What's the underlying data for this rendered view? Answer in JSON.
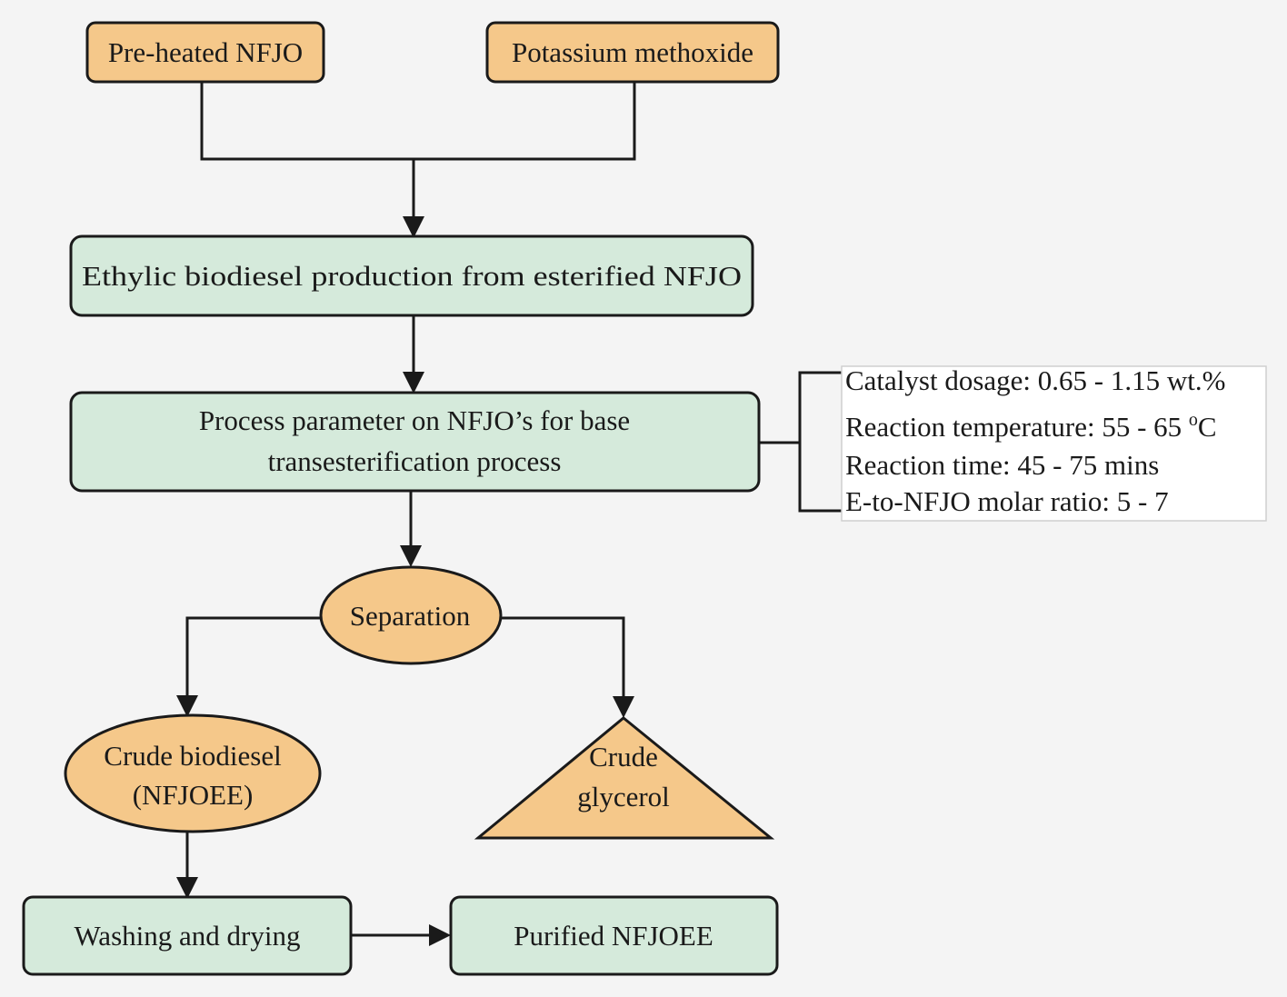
{
  "colors": {
    "background": "#f4f4f4",
    "orange_fill": "#f5c88a",
    "green_fill": "#d5eadb",
    "stroke": "#1a1a1a",
    "param_box_fill": "#ffffff",
    "param_box_border": "#cfcfcf"
  },
  "nodes": {
    "preheated": "Pre-heated NFJO",
    "methoxide": "Potassium methoxide",
    "ethylic": "Ethylic biodiesel production from esterified NFJO",
    "process_line1": "Process parameter on NFJO’s for base",
    "process_line2": "transesterification process",
    "separation": "Separation",
    "crude_biodiesel_line1": "Crude biodiesel",
    "crude_biodiesel_line2": "(NFJOEE)",
    "crude_glycerol_line1": "Crude",
    "crude_glycerol_line2": "glycerol",
    "washing": "Washing and drying",
    "purified": "Purified NFJOEE"
  },
  "parameters": {
    "catalyst": "Catalyst dosage: 0.65 - 1.15 wt.%",
    "temperature_prefix": "Reaction temperature: 55 - 65 ",
    "temperature_degree": "o",
    "temperature_unit": "C",
    "time": "Reaction time: 45 - 75 mins",
    "molar_ratio": "E-to-NFJO molar ratio: 5 - 7"
  }
}
